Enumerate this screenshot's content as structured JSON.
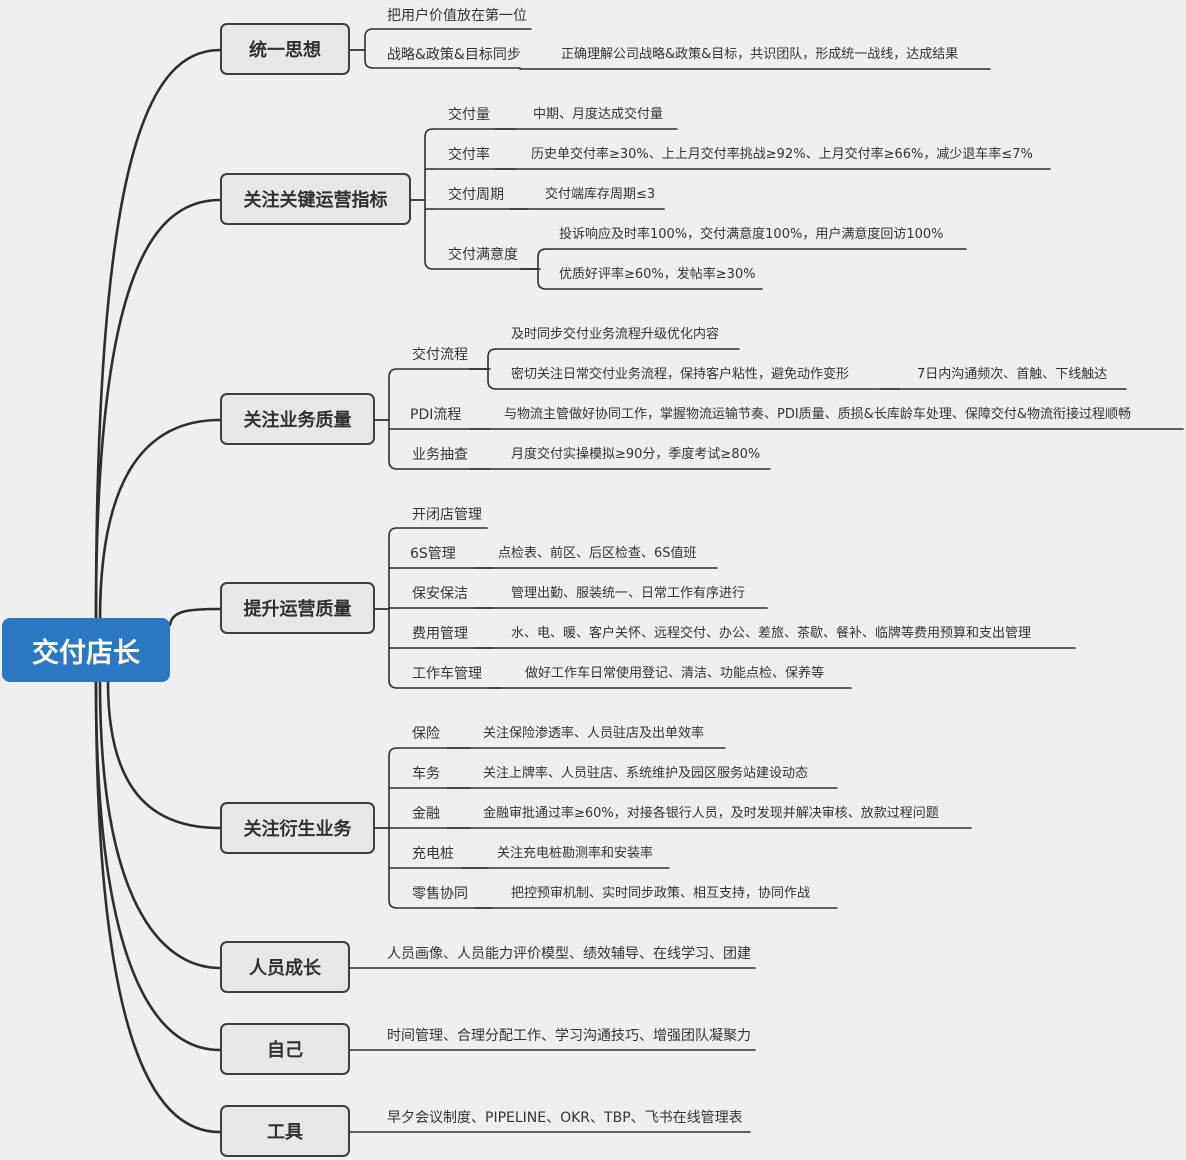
{
  "root": "交付店长",
  "branches": [
    {
      "title": "统一思想",
      "children": [
        {
          "label": "把用户价值放在第一位"
        },
        {
          "label": "战略&政策&目标同步",
          "detail": "正确理解公司战略&政策&目标，共识团队，形成统一战线，达成结果"
        }
      ]
    },
    {
      "title": "关注关键运营指标",
      "children": [
        {
          "label": "交付量",
          "detail": "中期、月度达成交付量"
        },
        {
          "label": "交付率",
          "detail": "历史单交付率≥30%、上上月交付率挑战≥92%、上月交付率≥66%，减少退车率≤7%"
        },
        {
          "label": "交付周期",
          "detail": "交付端库存周期≤3"
        },
        {
          "label": "交付满意度",
          "details": [
            "投诉响应及时率100%，交付满意度100%，用户满意度回访100%",
            "优质好评率≥60%，发帖率≥30%"
          ]
        }
      ]
    },
    {
      "title": "关注业务质量",
      "children": [
        {
          "label": "交付流程",
          "details": [
            "及时同步交付业务流程升级优化内容",
            "密切关注日常交付业务流程，保持客户粘性，避免动作变形"
          ],
          "extra": "7日内沟通频次、首触、下线触达"
        },
        {
          "label": "PDI流程",
          "detail": "与物流主管做好协同工作，掌握物流运输节奏、PDI质量、质损&长库龄车处理、保障交付&物流衔接过程顺畅"
        },
        {
          "label": "业务抽查",
          "detail": "月度交付实操模拟≥90分，季度考试≥80%"
        }
      ]
    },
    {
      "title": "提升运营质量",
      "children": [
        {
          "label": "开闭店管理"
        },
        {
          "label": "6S管理",
          "detail": "点检表、前区、后区检查、6S值班"
        },
        {
          "label": "保安保洁",
          "detail": "管理出勤、服装统一、日常工作有序进行"
        },
        {
          "label": "费用管理",
          "detail": "水、电、暖、客户关怀、远程交付、办公、差旅、茶歇、餐补、临牌等费用预算和支出管理"
        },
        {
          "label": "工作车管理",
          "detail": "做好工作车日常使用登记、清洁、功能点检、保养等"
        }
      ]
    },
    {
      "title": "关注衍生业务",
      "children": [
        {
          "label": "保险",
          "detail": "关注保险渗透率、人员驻店及出单效率"
        },
        {
          "label": "车务",
          "detail": "关注上牌率、人员驻店、系统维护及园区服务站建设动态"
        },
        {
          "label": "金融",
          "detail": "金融审批通过率≥60%，对接各银行人员，及时发现并解决审核、放款过程问题"
        },
        {
          "label": "充电桩",
          "detail": "关注充电桩勘测率和安装率"
        },
        {
          "label": "零售协同",
          "detail": "把控预审机制、实时同步政策、相互支持，协同作战"
        }
      ]
    },
    {
      "title": "人员成长",
      "children": [
        {
          "label": "人员画像、人员能力评价模型、绩效辅导、在线学习、团建"
        }
      ]
    },
    {
      "title": "自己",
      "children": [
        {
          "label": "时间管理、合理分配工作、学习沟通技巧、增强团队凝聚力"
        }
      ]
    },
    {
      "title": "工具",
      "children": [
        {
          "label": "早夕会议制度、PIPELINE、OKR、TBP、飞书在线管理表"
        }
      ]
    }
  ]
}
